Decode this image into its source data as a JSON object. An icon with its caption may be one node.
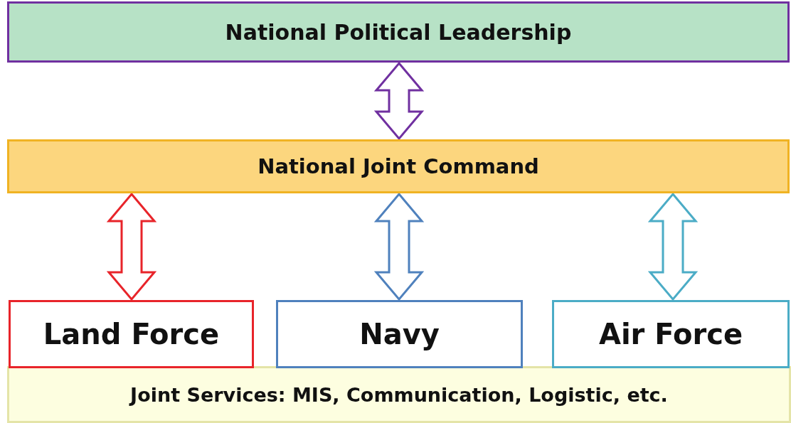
{
  "diagram": {
    "nodes": [
      {
        "text": [
          "National Political Leadership"
        ]
      },
      {
        "text": [
          "National Joint Command"
        ]
      },
      {
        "text": [
          "Land Force"
        ]
      },
      {
        "text": [
          "Navy"
        ]
      },
      {
        "text": [
          "Air Force"
        ]
      },
      {
        "text": [
          "Joint Services: MIS, Communication, Logistic, etc."
        ]
      }
    ],
    "edges": [
      {
        "from": 0,
        "to": 1,
        "arrow": "both",
        "color": "#7030a0"
      },
      {
        "from": 1,
        "to": 2,
        "arrow": "both",
        "color": "#e8242a"
      },
      {
        "from": 1,
        "to": 3,
        "arrow": "both",
        "color": "#4f81bd"
      },
      {
        "from": 1,
        "to": 4,
        "arrow": "both",
        "color": "#4bacc6"
      }
    ]
  }
}
